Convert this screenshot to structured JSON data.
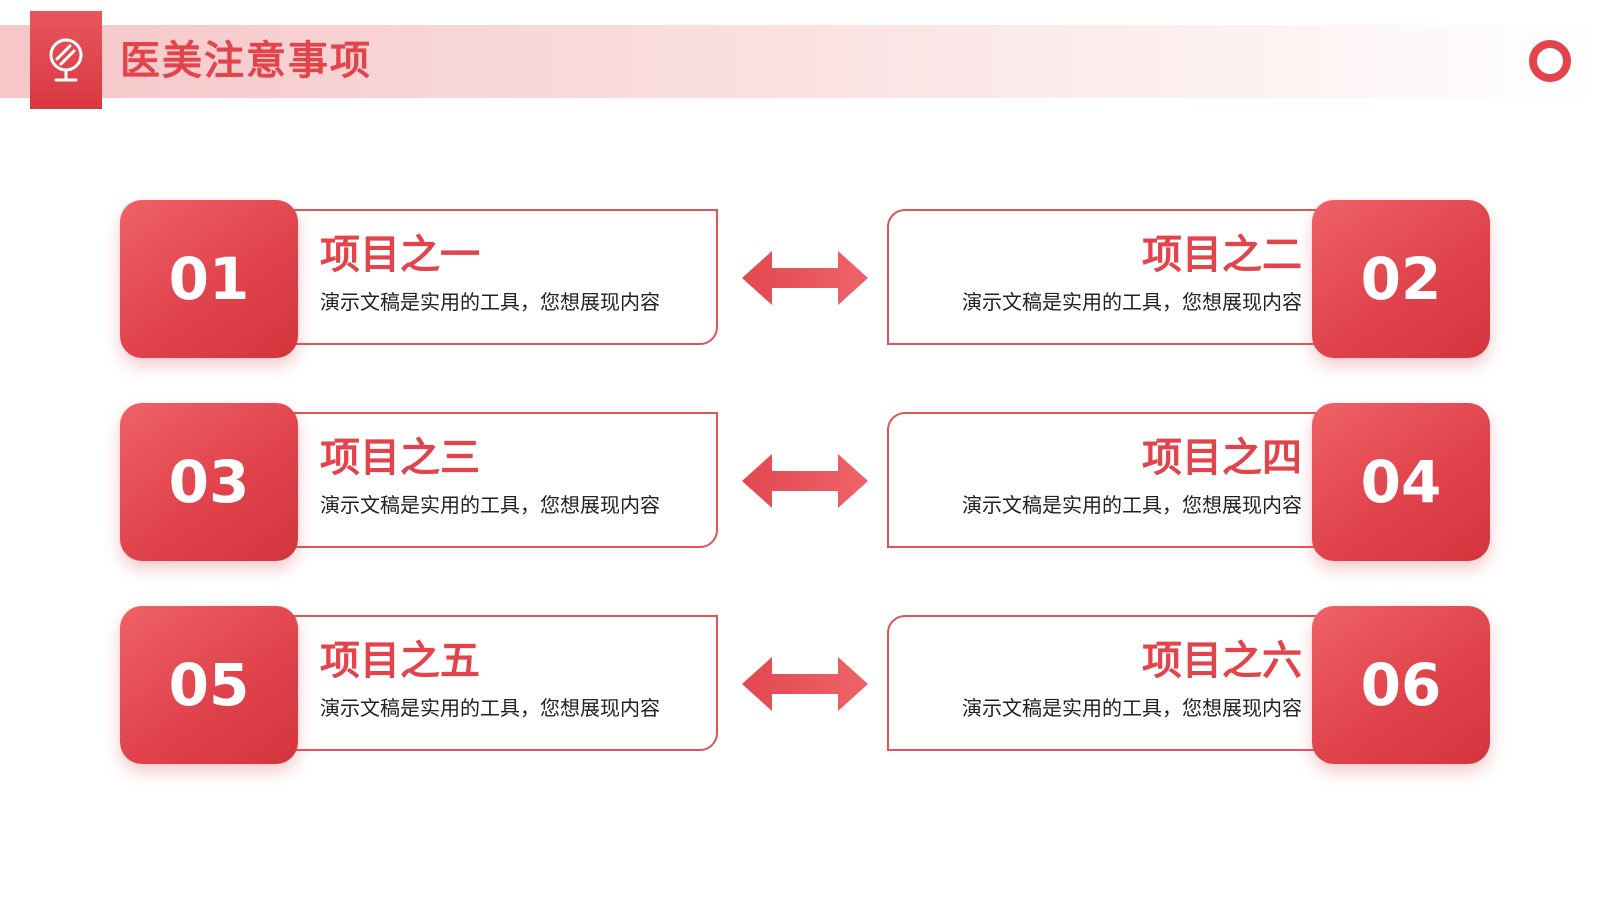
{
  "header": {
    "title": "医美注意事项",
    "icon": "mirror-icon",
    "accent_color": "#e3434b"
  },
  "items": [
    {
      "number": "01",
      "title": "项目之一",
      "description": "演示文稿是实用的工具，您想展现内容"
    },
    {
      "number": "02",
      "title": "项目之二",
      "description": "演示文稿是实用的工具，您想展现内容"
    },
    {
      "number": "03",
      "title": "项目之三",
      "description": "演示文稿是实用的工具，您想展现内容"
    },
    {
      "number": "04",
      "title": "项目之四",
      "description": "演示文稿是实用的工具，您想展现内容"
    },
    {
      "number": "05",
      "title": "项目之五",
      "description": "演示文稿是实用的工具，您想展现内容"
    },
    {
      "number": "06",
      "title": "项目之六",
      "description": "演示文稿是实用的工具，您想展现内容"
    }
  ],
  "connector_icon": "double-arrow-icon"
}
